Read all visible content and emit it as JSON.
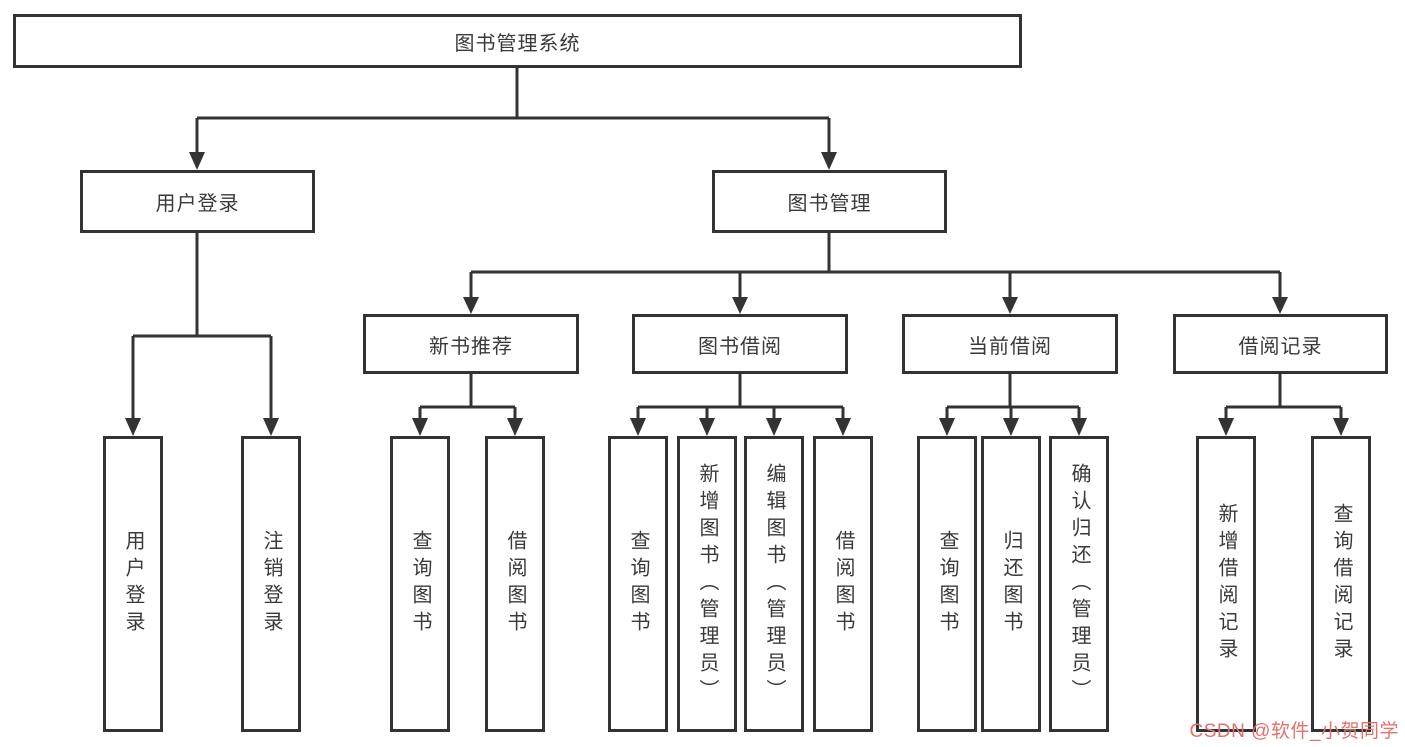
{
  "diagram": {
    "root": {
      "label": "图书管理系统"
    },
    "branches": [
      {
        "label": "用户登录",
        "children": [
          {
            "label": "用户登录"
          },
          {
            "label": "注销登录"
          }
        ]
      },
      {
        "label": "图书管理",
        "children": [
          {
            "label": "新书推荐",
            "children": [
              {
                "label": "查询图书"
              },
              {
                "label": "借阅图书"
              }
            ]
          },
          {
            "label": "图书借阅",
            "children": [
              {
                "label": "查询图书"
              },
              {
                "label": "新增图书（管理员）"
              },
              {
                "label": "编辑图书（管理员）"
              },
              {
                "label": "借阅图书"
              }
            ]
          },
          {
            "label": "当前借阅",
            "children": [
              {
                "label": "查询图书"
              },
              {
                "label": "归还图书"
              },
              {
                "label": "确认归还（管理员）"
              }
            ]
          },
          {
            "label": "借阅记录",
            "children": [
              {
                "label": "新增借阅记录"
              },
              {
                "label": "查询借阅记录"
              }
            ]
          }
        ]
      }
    ]
  },
  "watermark": {
    "text": "CSDN @软件_小贺同学",
    "color": "#e4716d"
  },
  "colors": {
    "line": "#333333",
    "box_border": "#333333",
    "box_background": "#ffffff",
    "text": "#3a3a3a",
    "page_background": "#ffffff"
  }
}
